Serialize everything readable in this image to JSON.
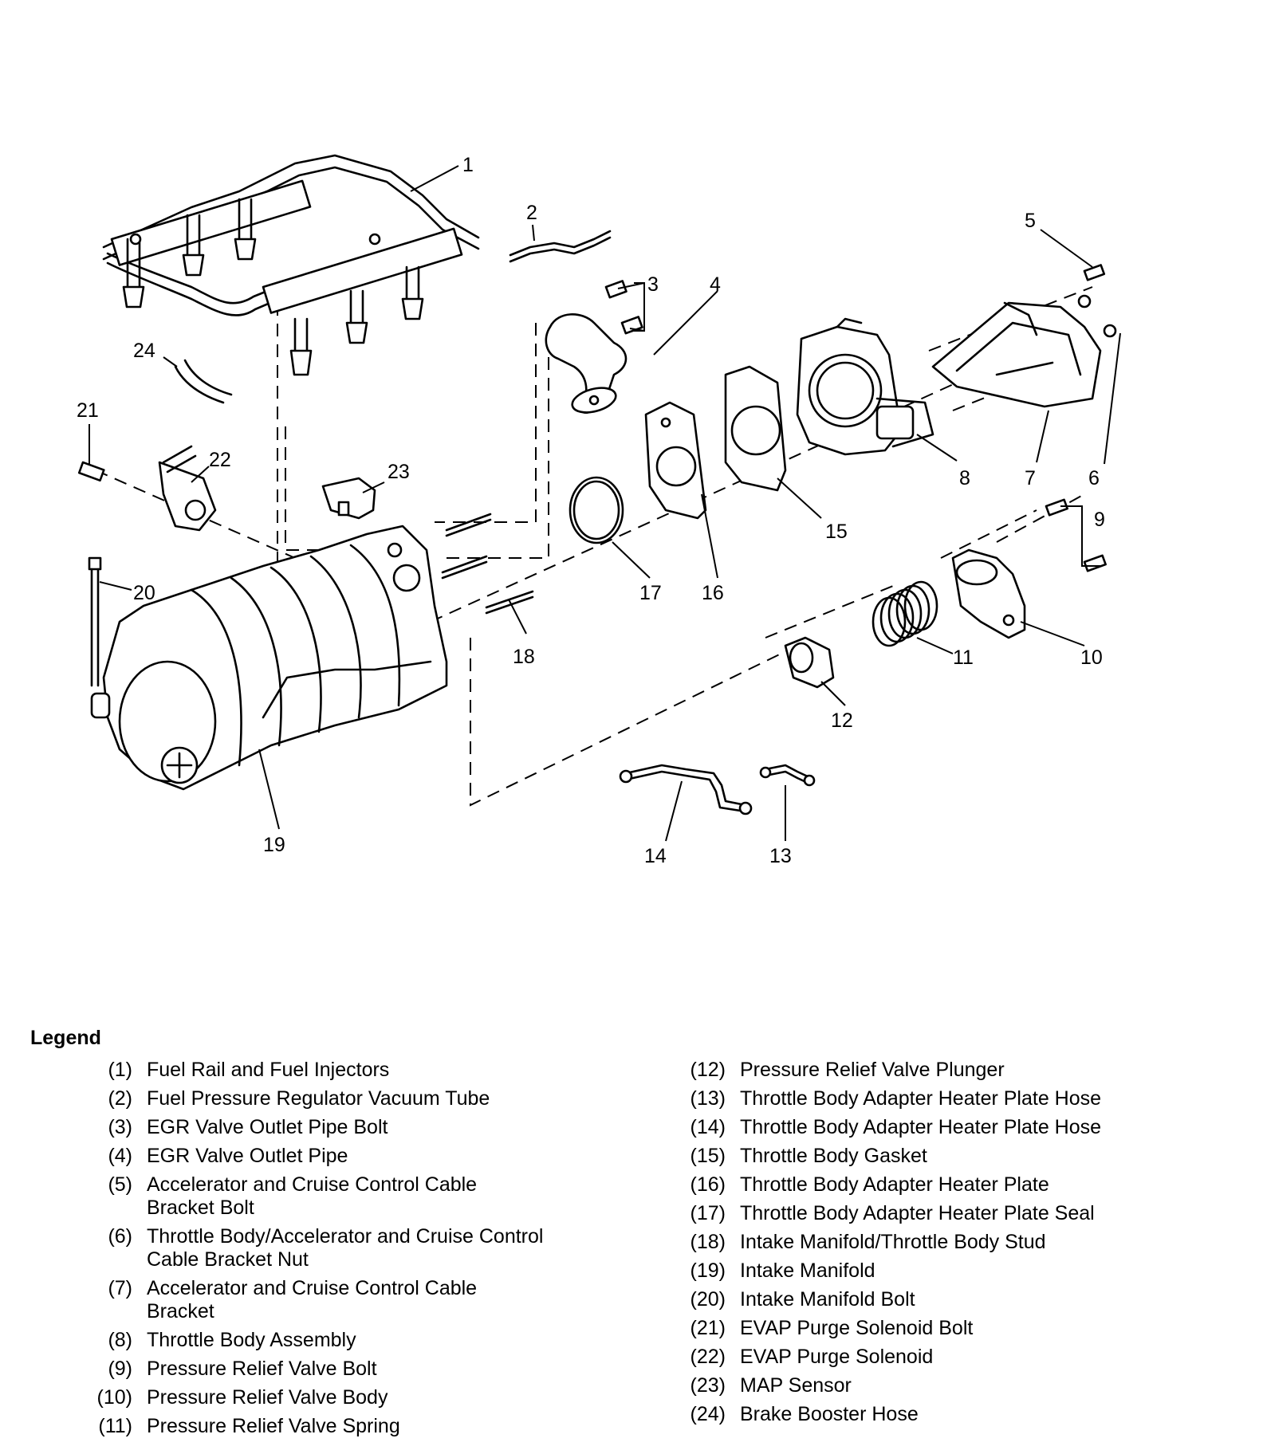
{
  "callouts": [
    "1",
    "2",
    "3",
    "4",
    "5",
    "6",
    "7",
    "8",
    "9",
    "10",
    "11",
    "12",
    "13",
    "14",
    "15",
    "16",
    "17",
    "18",
    "19",
    "20",
    "21",
    "22",
    "23",
    "24"
  ],
  "legend": {
    "title": "Legend",
    "left": [
      {
        "num": "(1)",
        "text": "Fuel Rail and Fuel Injectors"
      },
      {
        "num": "(2)",
        "text": "Fuel Pressure Regulator Vacuum Tube"
      },
      {
        "num": "(3)",
        "text": "EGR Valve Outlet Pipe Bolt"
      },
      {
        "num": "(4)",
        "text": "EGR Valve Outlet Pipe"
      },
      {
        "num": "(5)",
        "text": "Accelerator and Cruise Control Cable\nBracket Bolt"
      },
      {
        "num": "(6)",
        "text": "Throttle Body/Accelerator and Cruise Control\nCable Bracket Nut"
      },
      {
        "num": "(7)",
        "text": "Accelerator and Cruise Control Cable\nBracket"
      },
      {
        "num": "(8)",
        "text": "Throttle Body Assembly"
      },
      {
        "num": "(9)",
        "text": "Pressure Relief Valve Bolt"
      },
      {
        "num": "(10)",
        "text": "Pressure Relief Valve Body"
      },
      {
        "num": "(11)",
        "text": "Pressure Relief Valve Spring"
      }
    ],
    "right": [
      {
        "num": "(12)",
        "text": "Pressure Relief Valve Plunger"
      },
      {
        "num": "(13)",
        "text": "Throttle Body Adapter Heater Plate Hose"
      },
      {
        "num": "(14)",
        "text": "Throttle Body Adapter Heater Plate Hose"
      },
      {
        "num": "(15)",
        "text": "Throttle Body Gasket"
      },
      {
        "num": "(16)",
        "text": "Throttle Body Adapter Heater Plate"
      },
      {
        "num": "(17)",
        "text": "Throttle Body Adapter Heater Plate Seal"
      },
      {
        "num": "(18)",
        "text": "Intake Manifold/Throttle Body Stud"
      },
      {
        "num": "(19)",
        "text": "Intake Manifold"
      },
      {
        "num": "(20)",
        "text": "Intake Manifold Bolt"
      },
      {
        "num": "(21)",
        "text": "EVAP Purge Solenoid Bolt"
      },
      {
        "num": "(22)",
        "text": "EVAP Purge Solenoid"
      },
      {
        "num": "(23)",
        "text": "MAP Sensor"
      },
      {
        "num": "(24)",
        "text": "Brake Booster Hose"
      }
    ]
  }
}
